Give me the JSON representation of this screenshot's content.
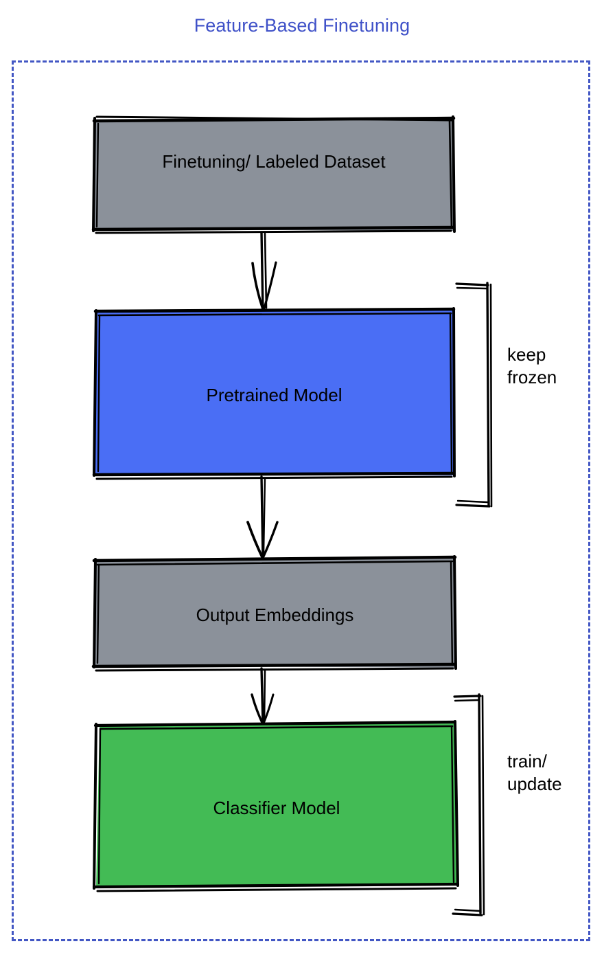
{
  "title": "Feature-Based Finetuning",
  "colors": {
    "title": "#3f51c8",
    "frame_border": "#4357c4",
    "gray_fill": "#8b919a",
    "blue_fill": "#4a6ef5",
    "green_fill": "#43bb55",
    "stroke": "#000000",
    "background": "#ffffff"
  },
  "nodes": [
    {
      "id": "finetuning-dataset",
      "label": "Finetuning/ Labeled Dataset",
      "fill": "#8b919a",
      "shape": "rectangle"
    },
    {
      "id": "pretrained-model",
      "label": "Pretrained Model",
      "fill": "#4a6ef5",
      "shape": "rectangle"
    },
    {
      "id": "output-embeddings",
      "label": "Output Embeddings",
      "fill": "#8b919a",
      "shape": "rectangle"
    },
    {
      "id": "classifier-model",
      "label": "Classifier Model",
      "fill": "#43bb55",
      "shape": "rectangle"
    }
  ],
  "annotations": [
    {
      "id": "keep-frozen",
      "line1": "keep",
      "line2": "frozen",
      "text": "keep\nfrozen",
      "target": "pretrained-model",
      "bracket": "right-curly"
    },
    {
      "id": "train-update",
      "line1": "train/",
      "line2": "update",
      "text": "train/\nupdate",
      "target": "classifier-model",
      "bracket": "right-curly"
    }
  ],
  "edges": [
    {
      "id": "edge-dataset-to-pretrained",
      "from": "finetuning-dataset",
      "to": "pretrained-model",
      "style": "arrow-down"
    },
    {
      "id": "edge-pretrained-to-embeddings",
      "from": "pretrained-model",
      "to": "output-embeddings",
      "style": "arrow-down"
    },
    {
      "id": "edge-embeddings-to-classifier",
      "from": "output-embeddings",
      "to": "classifier-model",
      "style": "arrow-down"
    }
  ]
}
